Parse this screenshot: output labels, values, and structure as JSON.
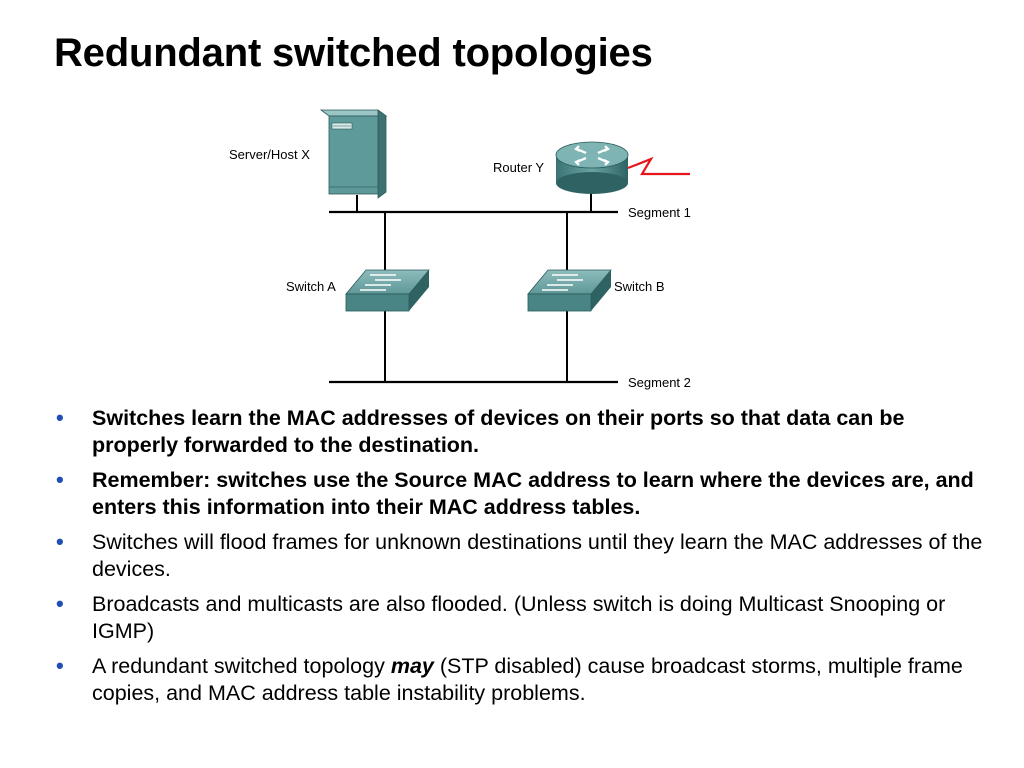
{
  "title": "Redundant switched topologies",
  "diagram": {
    "server_label": "Server/Host X",
    "router_label": "Router Y",
    "segment1_label": "Segment 1",
    "segment2_label": "Segment 2",
    "switch_a_label": "Switch A",
    "switch_b_label": "Switch B",
    "colors": {
      "device_teal": "#4f8f8f",
      "wan_link": "#e8141b",
      "line": "#000000"
    }
  },
  "bullets": [
    {
      "text": "Switches learn the MAC addresses of devices on their ports so that data can be properly forwarded to the destination."
    },
    {
      "text": "Remember: switches use the Source MAC address to learn where the devices are, and enters this information into their MAC address tables."
    },
    {
      "text": "Switches will flood frames for unknown destinations until they learn the MAC addresses of the devices."
    },
    {
      "text": "Broadcasts and multicasts are also flooded. (Unless switch is doing Multicast Snooping or IGMP)"
    },
    {
      "before": "A redundant switched topology ",
      "em": "may",
      "after": " (STP disabled) cause broadcast storms, multiple frame copies, and MAC address table instability problems."
    }
  ],
  "bullet_color": "#1f4fb5"
}
